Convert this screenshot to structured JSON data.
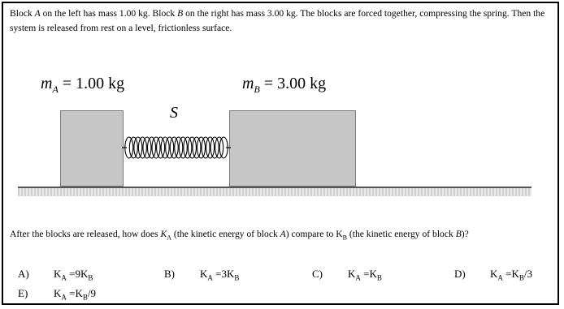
{
  "intro": {
    "part1": "Block ",
    "blockA": "A",
    "part2": " on the left has mass 1.00 kg. Block ",
    "blockB": "B",
    "part3": " on the right has mass 3.00 kg. The blocks are forced together, compressing the spring. Then the system is released from rest on a level, frictionless surface."
  },
  "figure": {
    "massA": {
      "symbol": "m",
      "sub": "A",
      "value": " = 1.00 kg"
    },
    "massB": {
      "symbol": "m",
      "sub": "B",
      "value": " = 3.00 kg"
    },
    "spring_label": "S",
    "block_color": "#c6c6c6"
  },
  "question": {
    "part1": "After the blocks are released, how does ",
    "K": "K",
    "KA_sub": "A",
    "part2": " (the kinetic energy of block ",
    "blockA": "A",
    "part3": ") compare to ",
    "KB_sub": "B",
    "part4": " (the kinetic energy of block ",
    "blockB": "B",
    "part5": ")?"
  },
  "choices": [
    {
      "letter": "A)",
      "lhs": "K",
      "lhs_sub": "A",
      "op": " =9",
      "rhs": "K",
      "rhs_sub": "B",
      "tail": ""
    },
    {
      "letter": "B)",
      "lhs": "K",
      "lhs_sub": "A",
      "op": " =3",
      "rhs": "K",
      "rhs_sub": "B",
      "tail": ""
    },
    {
      "letter": "C)",
      "lhs": "K",
      "lhs_sub": "A",
      "op": " =",
      "rhs": "K",
      "rhs_sub": "B",
      "tail": ""
    },
    {
      "letter": "D)",
      "lhs": "K",
      "lhs_sub": "A",
      "op": " =",
      "rhs": "K",
      "rhs_sub": "B",
      "tail": "/3"
    },
    {
      "letter": "E)",
      "lhs": "K",
      "lhs_sub": "A",
      "op": " =",
      "rhs": "K",
      "rhs_sub": "B",
      "tail": "/9"
    }
  ]
}
